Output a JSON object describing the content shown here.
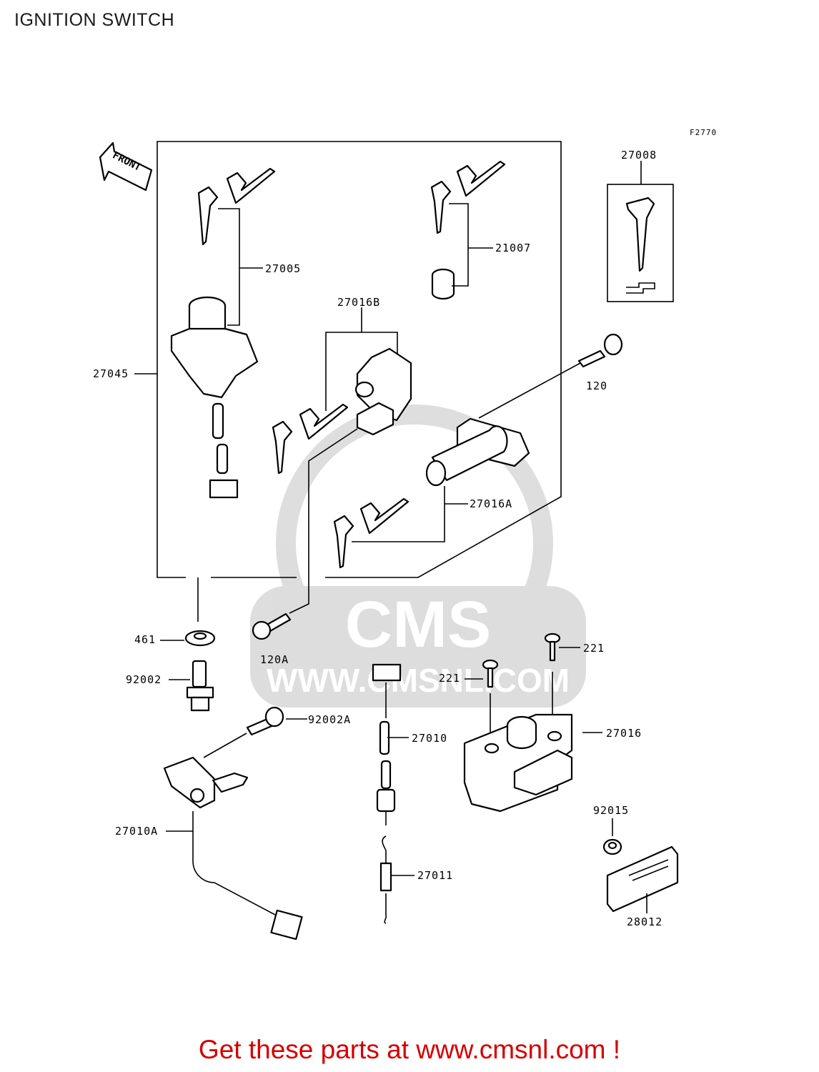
{
  "header": {
    "title": "IGNITION SWITCH"
  },
  "figure": {
    "code": "F2770",
    "front_label": "FRONT"
  },
  "parts": [
    {
      "id": "p27005",
      "number": "27005"
    },
    {
      "id": "p21007",
      "number": "21007"
    },
    {
      "id": "p27008",
      "number": "27008"
    },
    {
      "id": "p27016B",
      "number": "27016B"
    },
    {
      "id": "p27045",
      "number": "27045"
    },
    {
      "id": "p120",
      "number": "120"
    },
    {
      "id": "p27016A",
      "number": "27016A"
    },
    {
      "id": "p461",
      "number": "461"
    },
    {
      "id": "p120A",
      "number": "120A"
    },
    {
      "id": "p221a",
      "number": "221"
    },
    {
      "id": "p221b",
      "number": "221"
    },
    {
      "id": "p92002",
      "number": "92002"
    },
    {
      "id": "p92002A",
      "number": "92002A"
    },
    {
      "id": "p27010",
      "number": "27010"
    },
    {
      "id": "p27016",
      "number": "27016"
    },
    {
      "id": "p92015",
      "number": "92015"
    },
    {
      "id": "p27010A",
      "number": "27010A"
    },
    {
      "id": "p27011",
      "number": "27011"
    },
    {
      "id": "p28012",
      "number": "28012"
    }
  ],
  "watermark": {
    "brand": "CMS",
    "url": "WWW.CMSNL.COM"
  },
  "footer": {
    "promo": "Get these parts at www.cmsnl.com !"
  }
}
